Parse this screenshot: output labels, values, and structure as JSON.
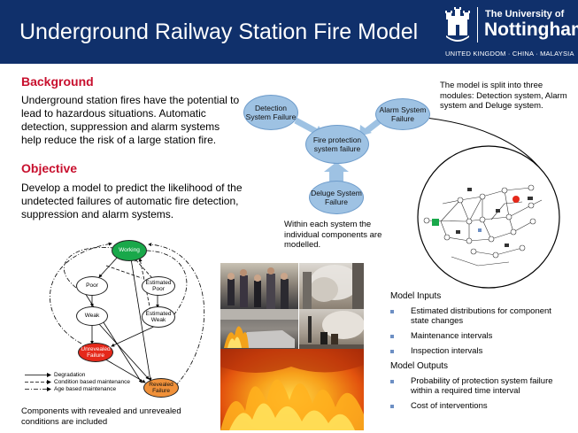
{
  "header": {
    "title": "Underground Railway Station Fire Model",
    "logo_small": "The University of",
    "logo_big": "Nottingham",
    "logo_campus": "UNITED KINGDOM · CHINA · MALAYSIA"
  },
  "background": {
    "heading": "Background",
    "text": "Underground station fires have the potential to lead to hazardous situations. Automatic detection, suppression and alarm systems help reduce the risk of a large station fire."
  },
  "objective": {
    "heading": "Objective",
    "text": "Develop a model to predict the likelihood of the undetected failures of automatic fire detection, suppression and alarm systems."
  },
  "modules_diagram": {
    "detection": "Detection System Failure",
    "alarm": "Alarm System Failure",
    "fire": "Fire protection system failure",
    "deluge": "Deluge System Failure",
    "split_note": "The model is split into three modules: Detection system, Alarm system and Deluge system.",
    "within_note": "Within each system the individual components are modelled."
  },
  "state_diagram": {
    "working": "Working",
    "poor": "Poor",
    "est_poor": "Estimated Poor",
    "weak": "Weak",
    "est_weak": "Estimated Weak",
    "unrevealed": "Unrevealed Failure",
    "revealed": "Revealed Failure",
    "legend": [
      "Degradation",
      "Condition based maintenance",
      "Age based maintenance"
    ],
    "caption": "Components with revealed and unrevealed conditions are included"
  },
  "inputs": {
    "title": "Model Inputs",
    "items": [
      "Estimated distributions for component state changes",
      "Maintenance intervals",
      "Inspection intervals"
    ]
  },
  "outputs": {
    "title": "Model Outputs",
    "items": [
      "Probability of protection system failure within a required time interval",
      "Cost of interventions"
    ]
  },
  "colors": {
    "header_bg": "#10306b",
    "heading_red": "#c8102e",
    "node_blue": "#9ec2e3",
    "working_green": "#19a84a",
    "unrevealed_red": "#e5281a",
    "revealed_orange": "#f0913a",
    "bullet_blue": "#6d8fc4"
  }
}
